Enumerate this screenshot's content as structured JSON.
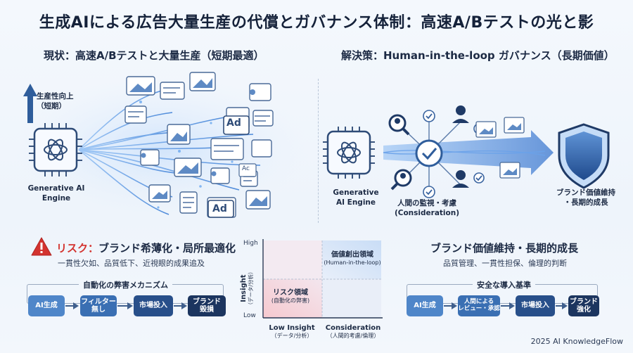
{
  "title": "生成AIによる広告大量生産の代償とガバナンス体制：高速A/Bテストの光と影",
  "left": {
    "heading": "現状：高速A/Bテストと大量生産（短期最適）",
    "uplift_label_1": "生産性向上",
    "uplift_label_2": "（短期）",
    "engine_label_1": "Generative AI",
    "engine_label_2": "Engine",
    "ad_badge": "Ad",
    "ac_badge": "Ac"
  },
  "right": {
    "heading": "解決策：Human-in-the-loop ガバナンス（長期価値）",
    "engine_label_1": "Generative",
    "engine_label_2": "AI Engine",
    "oversight_1": "人間の監視・考慮",
    "oversight_2": "(Consideration)",
    "shield_label_1": "ブランド価値維持",
    "shield_label_2": "・長期的成長"
  },
  "risk": {
    "title_prefix": "リスク：",
    "title_rest": "ブランド希薄化・局所最適化",
    "desc": "一貫性欠如、品質低下、近視眼的成果追及",
    "flow_label": "自動化の弊害メカニズム",
    "steps": [
      "AI生成",
      "フィルター\n無し",
      "市場投入",
      "ブランド\n毀損"
    ]
  },
  "benefit": {
    "title": "ブランド価値維持・長期的成長",
    "desc": "品質管理、一貫性担保、倫理的判断",
    "flow_label": "安全な導入基準",
    "steps": [
      "AI生成",
      "人間による\nレビュー・承認",
      "市場投入",
      "ブランド\n強化"
    ]
  },
  "matrix": {
    "y_axis_1": "Insight",
    "y_axis_2": "（データ/分析）",
    "y_high": "High",
    "y_low": "Low",
    "x_left_1": "Low Insight",
    "x_left_2": "（データ/分析）",
    "x_right_1": "Consideration",
    "x_right_2": "（人間的考慮/倫理）",
    "q_top_1": "価値創出領域",
    "q_top_2": "(Human-in-the-loop)",
    "q_bottom_1": "リスク領域",
    "q_bottom_2": "(自動化の弊害)"
  },
  "footer": "2025 AI KnowledgeFlow",
  "colors": {
    "navy": "#1c355f",
    "blue": "#3a6fb3",
    "light_blue": "#4f86c9",
    "risk_red": "#d3332f",
    "glow": "#7fb2ef"
  }
}
